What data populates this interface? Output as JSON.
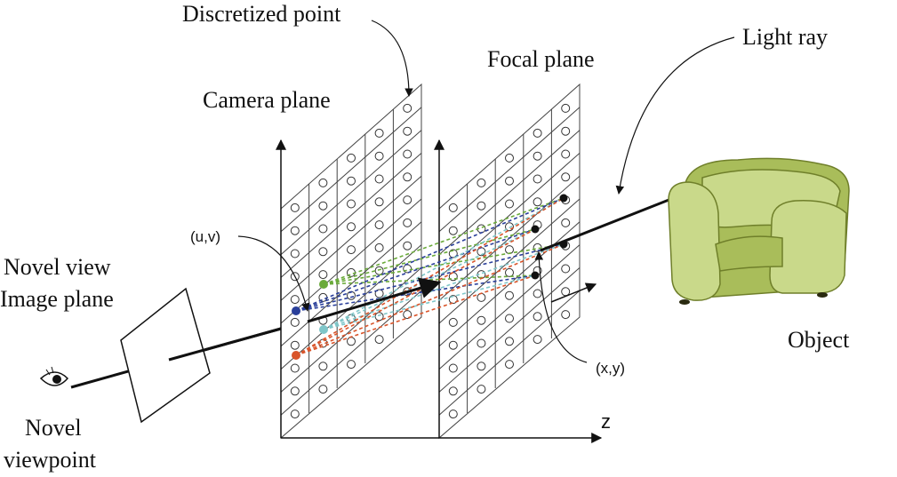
{
  "labels": {
    "discretized_point": "Discretized point",
    "focal_plane": "Focal plane",
    "light_ray": "Light ray",
    "camera_plane": "Camera plane",
    "uv": "(u,v)",
    "xy": "(x,y)",
    "novel_view": "Novel view",
    "image_plane": "Image plane",
    "object": "Object",
    "novel": "Novel",
    "viewpoint": "viewpoint",
    "z": "z"
  },
  "colors": {
    "green": "#6aaa3a",
    "blue": "#2a3f9a",
    "cyan": "#7fc6c9",
    "red": "#d9542a",
    "sofa_light": "#c9d98a",
    "sofa_mid": "#a9bd5a",
    "sofa_dark": "#6f7f2a"
  },
  "icons": [
    "eye-icon",
    "sofa-icon"
  ]
}
